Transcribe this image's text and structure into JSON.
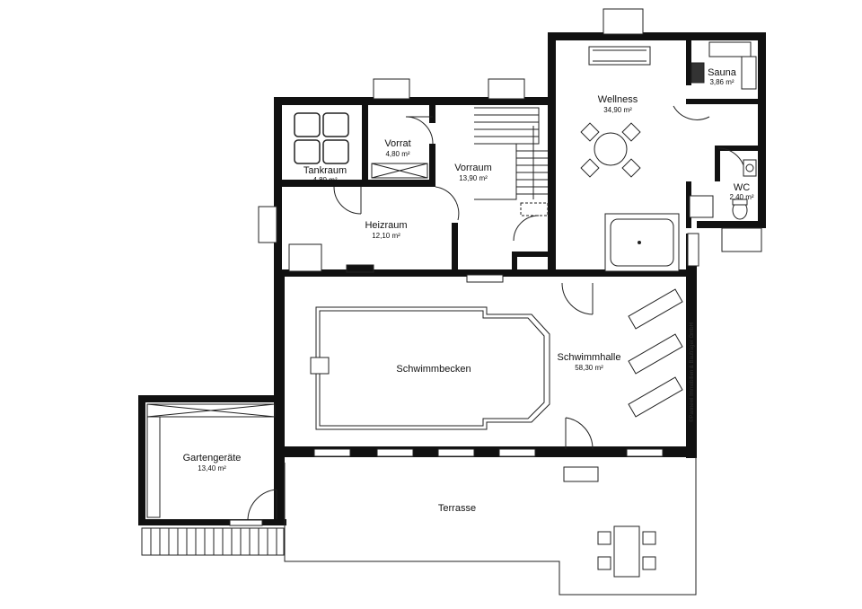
{
  "rooms": {
    "wellness": {
      "name": "Wellness",
      "area": "34,90 m²"
    },
    "sauna": {
      "name": "Sauna",
      "area": "3,86 m²"
    },
    "vorrat": {
      "name": "Vorrat",
      "area": "4,80 m²"
    },
    "tankraum": {
      "name": "Tankraum",
      "area": "4,80 m²"
    },
    "vorraum": {
      "name": "Vorraum",
      "area": "13,90 m²"
    },
    "wc": {
      "name": "WC",
      "area": "2,40 m²"
    },
    "heizraum": {
      "name": "Heizraum",
      "area": "12,10 m²"
    },
    "schwimmhalle": {
      "name": "Schwimmhalle",
      "area": "58,30 m²"
    },
    "gartengeraete": {
      "name": "Gartengeräte",
      "area": "13,40 m²"
    }
  },
  "labels": {
    "schwimmbecken": "Schwimmbecken",
    "terrasse": "Terrasse"
  },
  "copyright": "©Pannewi Immobilien & Bauträger GmbH"
}
